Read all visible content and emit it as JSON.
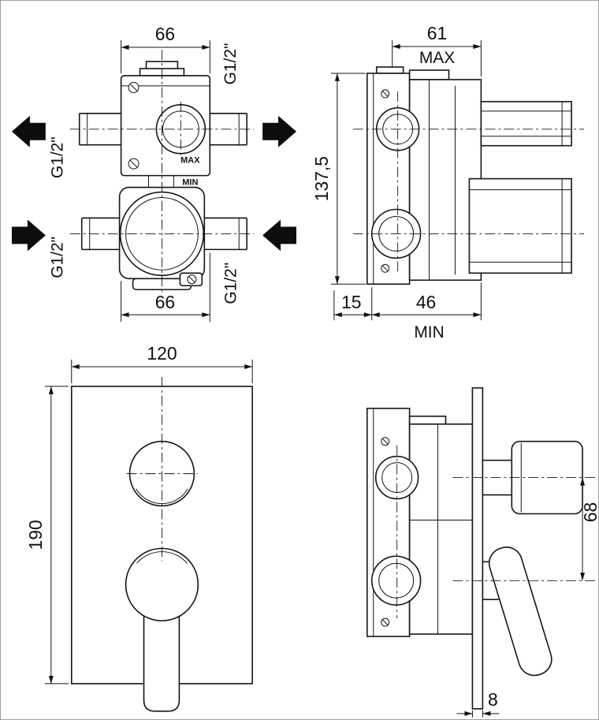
{
  "views": {
    "front_rough": {
      "dim_width_top": "66",
      "dim_width_bottom": "66",
      "thread_top_right": "G1/2\"",
      "thread_left_upper": "G1/2\"",
      "thread_left_lower": "G1/2\"",
      "thread_bottom_right": "G1/2\"",
      "max": "MAX",
      "min": "MIN"
    },
    "side_rough": {
      "dim_depth": "61",
      "max": "MAX",
      "dim_height": "137,5",
      "dim_wall": "15",
      "dim_body": "46",
      "min": "MIN"
    },
    "front_finish": {
      "dim_width": "120",
      "dim_height": "190"
    },
    "side_finish": {
      "dim_handle_spacing": "68",
      "dim_plate_thickness": "8"
    }
  }
}
